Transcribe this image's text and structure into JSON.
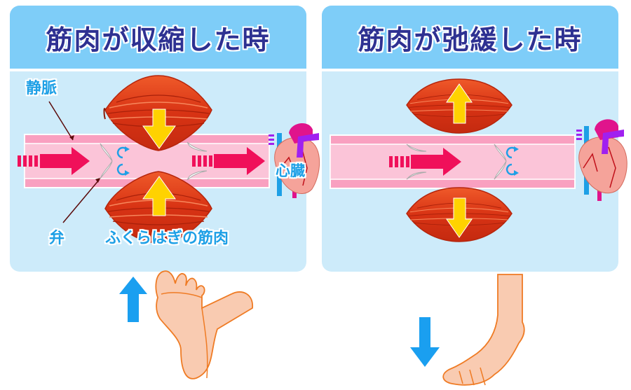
{
  "left_panel": {
    "title": "筋肉が収縮した時",
    "labels": {
      "vein": "静脈",
      "valve": "弁",
      "calf_muscle": "ふくらはぎの筋肉",
      "heart": "心臓"
    },
    "muscle_arrows": "inward",
    "foot_motion": "up"
  },
  "right_panel": {
    "title": "筋肉が弛緩した時",
    "muscle_arrows": "outward",
    "foot_motion": "down"
  },
  "colors": {
    "header_bg": "#7ecdf8",
    "panel_bg": "#cdebfa",
    "title_text": "#2e3192",
    "label_text": "#1ea0e6",
    "vein_outer": "#f9a0c0",
    "vein_inner": "#fbc4d8",
    "flow_arrow": "#f0105a",
    "muscle": "#e2401c",
    "muscle_arrow": "#ffd200",
    "foot_arrow": "#1a9ff0",
    "foot_skin": "#f9cbb1",
    "foot_outline": "#ef7b24"
  }
}
